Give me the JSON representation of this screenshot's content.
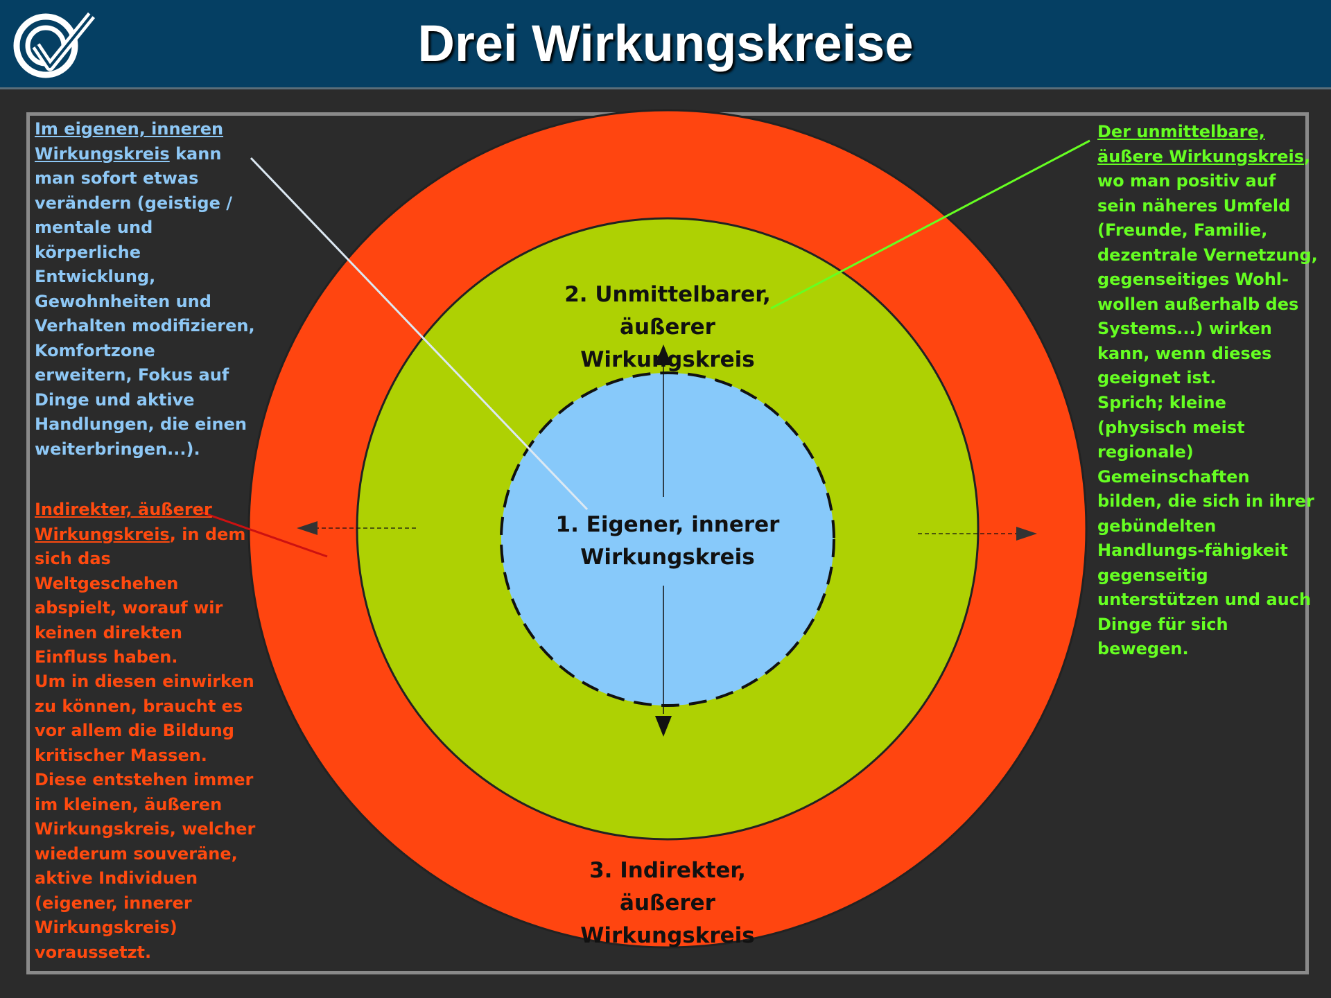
{
  "header": {
    "title": "Drei Wirkungskreise",
    "background_color": "#053f63"
  },
  "logo": {
    "icon": "rv-checkmark-logo-icon"
  },
  "diagram": {
    "circles": {
      "inner": {
        "label": "1. Eigener, innerer\nWirkungskreis",
        "color": "#87c9fa"
      },
      "middle": {
        "label": "2. Unmittelbarer,\näußerer Wirkungskreis",
        "color": "#aed103"
      },
      "outer": {
        "label": "3. Indirekter,\näußerer Wirkungskreis",
        "color": "#ff4510"
      }
    },
    "arrows": [
      "arrow-up-icon",
      "arrow-down-icon",
      "arrow-left-icon",
      "arrow-right-icon"
    ]
  },
  "panels": {
    "inner": {
      "color": "#8ec8f6",
      "underlined": "Im eigenen, inneren\nWirkungskreis",
      "text": " kann man sofort etwas verändern (geistige / mentale und körperliche Entwicklung, Gewohnheiten und Verhalten modifizieren, Komfortzone erweitern, Fokus auf Dinge und aktive Handlungen, die einen weiterbringen...)."
    },
    "outer": {
      "color": "#ff4a0f",
      "underlined": "Indirekter, äußerer\nWirkungskreis",
      "text": ", in dem sich das Weltgeschehen abspielt, worauf wir keinen direkten Einfluss haben.",
      "paragraph_2": "Um in diesen einwirken zu können, braucht es vor allem die Bildung kritischer Massen. Diese entstehen immer im kleinen, äußeren Wirkungskreis, welcher wiederum souveräne, aktive Individuen (eigener, innerer Wirkungskreis) voraussetzt."
    },
    "middle": {
      "color": "#66ff22",
      "underlined": "Der unmittelbare,\näußere Wirkungskreis",
      "text": ", wo man positiv auf sein näheres Umfeld (Freunde, Familie, dezentrale Vernetzung, gegenseitiges Wohl-wollen außerhalb des Systems...) wirken kann, wenn dieses geeignet ist.",
      "paragraph_2": "Sprich; kleine (physisch meist regionale) Gemeinschaften bilden, die sich in ihrer gebündelten Handlungs-fähigkeit gegenseitig unterstützen und auch Dinge für sich bewegen."
    }
  }
}
